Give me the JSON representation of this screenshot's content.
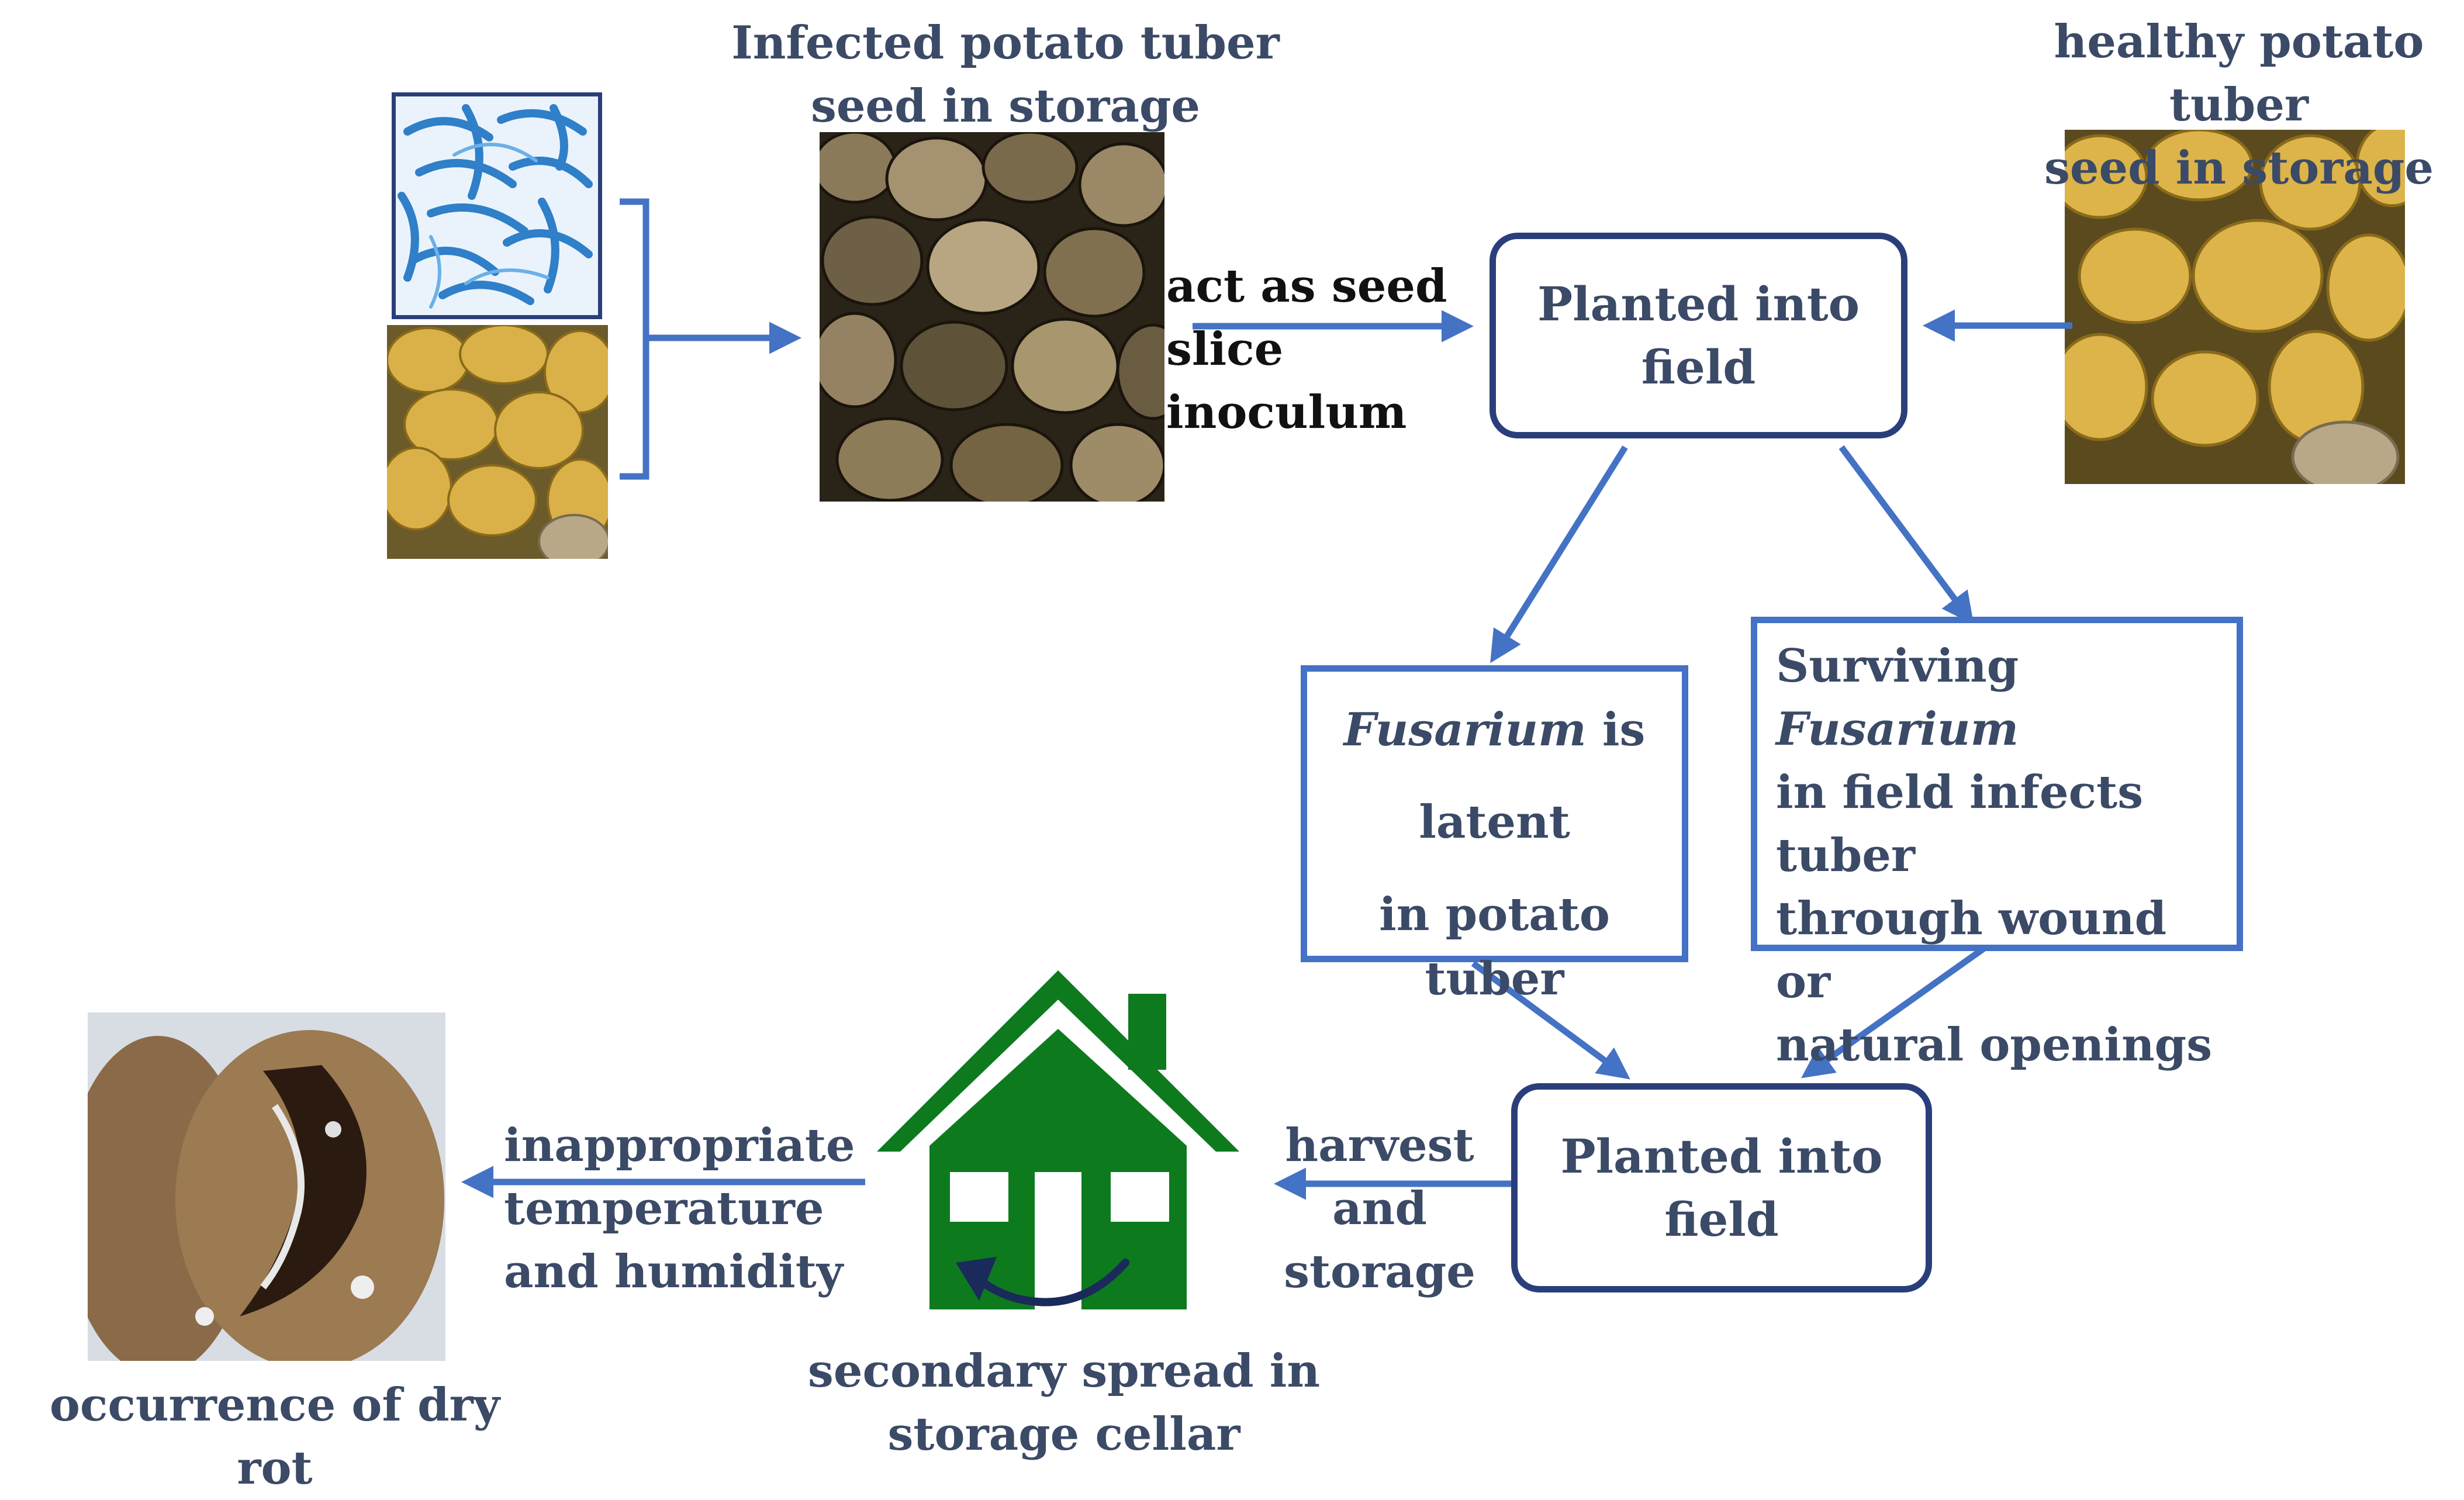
{
  "labels": {
    "infected_seed": [
      "Infected potato tuber",
      "seed in storage"
    ],
    "healthy_seed": [
      "healthy potato tuber",
      "seed in storage"
    ],
    "act_as_seed": [
      "act as seed",
      "slice inoculum"
    ],
    "harvest_storage": [
      "harvest and",
      "storage"
    ],
    "inappropriate": [
      "inappropriate",
      "temperature",
      "and humidity"
    ],
    "secondary_spread": [
      "secondary spread in",
      "storage cellar"
    ],
    "occurrence": "occurrence of dry rot"
  },
  "boxes": {
    "planted_top": [
      "Planted into",
      "field"
    ],
    "planted_bottom": [
      "Planted into",
      "field"
    ],
    "latent": {
      "italic": "Fusarium",
      "rest": " is",
      "line2": "latent",
      "line3": "in potato tuber"
    },
    "surviving": {
      "pre": "Surviving ",
      "italic": "Fusarium",
      "line2": "in field infects tuber",
      "line3": "through wound or",
      "line4": "natural openings"
    }
  },
  "colors": {
    "arrow": "#4472c4",
    "box_border_dark": "#2a3f7a",
    "text": "#3b4a66",
    "house": "#0d7a1e"
  },
  "icons": [
    "fusarium-spores-image",
    "potato-pile-image",
    "infected-potato-image",
    "healthy-potato-image",
    "storage-house-icon",
    "circular-arrow-icon",
    "dry-rot-potato-image"
  ]
}
